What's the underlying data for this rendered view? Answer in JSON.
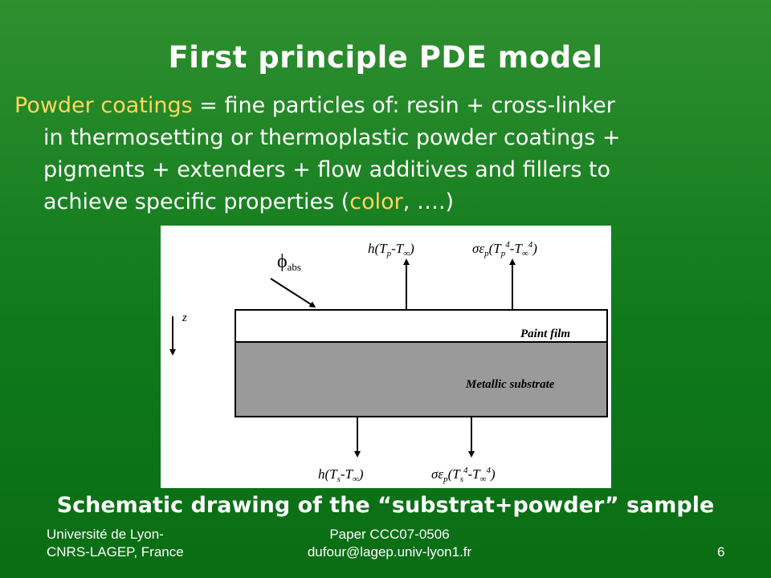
{
  "slide": {
    "title": "First principle PDE model",
    "body": {
      "term": "Powder coatings",
      "line1_rest": " = fine particles of: resin + cross-linker",
      "line2": "in thermosetting or thermoplastic powder coatings +",
      "line3": "pigments + extenders + flow additives and fillers to",
      "line4_pre": "achieve specific properties (",
      "line4_accent": "color",
      "line4_post": ", ….)"
    },
    "caption": "Schematic drawing of the “substrat+powder” sample"
  },
  "figure": {
    "flux_label": "ϕ",
    "flux_sub": "abs",
    "z_label": "z",
    "film_label": "Paint film",
    "substrate_label": "Metallic substrate",
    "top_convection": {
      "pre": "h(T",
      "sub1": "p",
      "mid": "-T",
      "sub2": "∞",
      "post": ")"
    },
    "top_radiation": {
      "pre": "σε",
      "sub1": "p",
      "mid1": "(T",
      "sub2": "p",
      "sup1": "4",
      "mid2": "-T",
      "sub3": "∞",
      "sup2": "4",
      "post": ")"
    },
    "bottom_convection": {
      "pre": "h(T",
      "sub1": "s",
      "mid": "-T",
      "sub2": "∞",
      "post": ")"
    },
    "bottom_radiation": {
      "pre": "σε",
      "sub1": "p",
      "mid1": "(T",
      "sub2": "s",
      "sup1": "4",
      "mid2": "-T",
      "sub3": "∞",
      "sup2": "4",
      "post": ")"
    }
  },
  "footer": {
    "left_line1": "Université de Lyon-",
    "left_line2": "CNRS-LAGEP, France",
    "center_line1": "Paper CCC07-0506",
    "center_line2": "dufour@lagep.univ-lyon1.fr",
    "page": "6"
  },
  "colors": {
    "background": "#0f7a1c",
    "accent": "#ffd75e",
    "substrate": "#9a9a9a"
  }
}
